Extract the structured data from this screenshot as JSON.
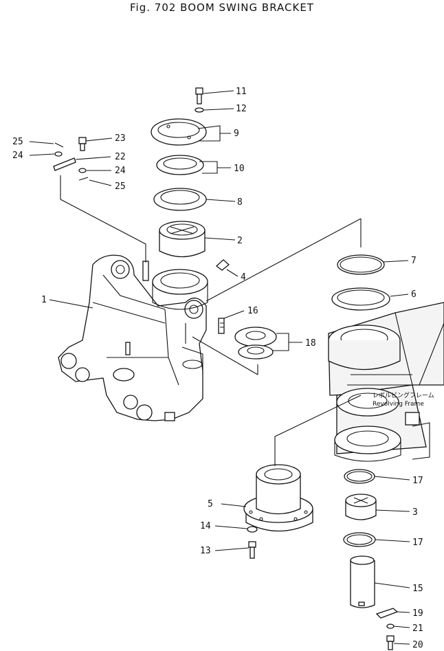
{
  "figure": {
    "title": "Fig. 702   BOOM SWING BRACKET"
  },
  "callouts": {
    "c1": "1",
    "c2": "2",
    "c3": "3",
    "c4": "4",
    "c5": "5",
    "c6": "6",
    "c7": "7",
    "c8": "8",
    "c9": "9",
    "c10": "10",
    "c11": "11",
    "c12": "12",
    "c13": "13",
    "c14": "14",
    "c15": "15",
    "c16": "16",
    "c17a": "17",
    "c17b": "17",
    "c18": "18",
    "c19": "19",
    "c20": "20",
    "c21": "21",
    "c22": "22",
    "c23": "23",
    "c24a": "24",
    "c24b": "24",
    "c25a": "25",
    "c25b": "25"
  },
  "annotation": {
    "jp": "レボルビングフレーム",
    "en": "Revolving  Frame"
  }
}
